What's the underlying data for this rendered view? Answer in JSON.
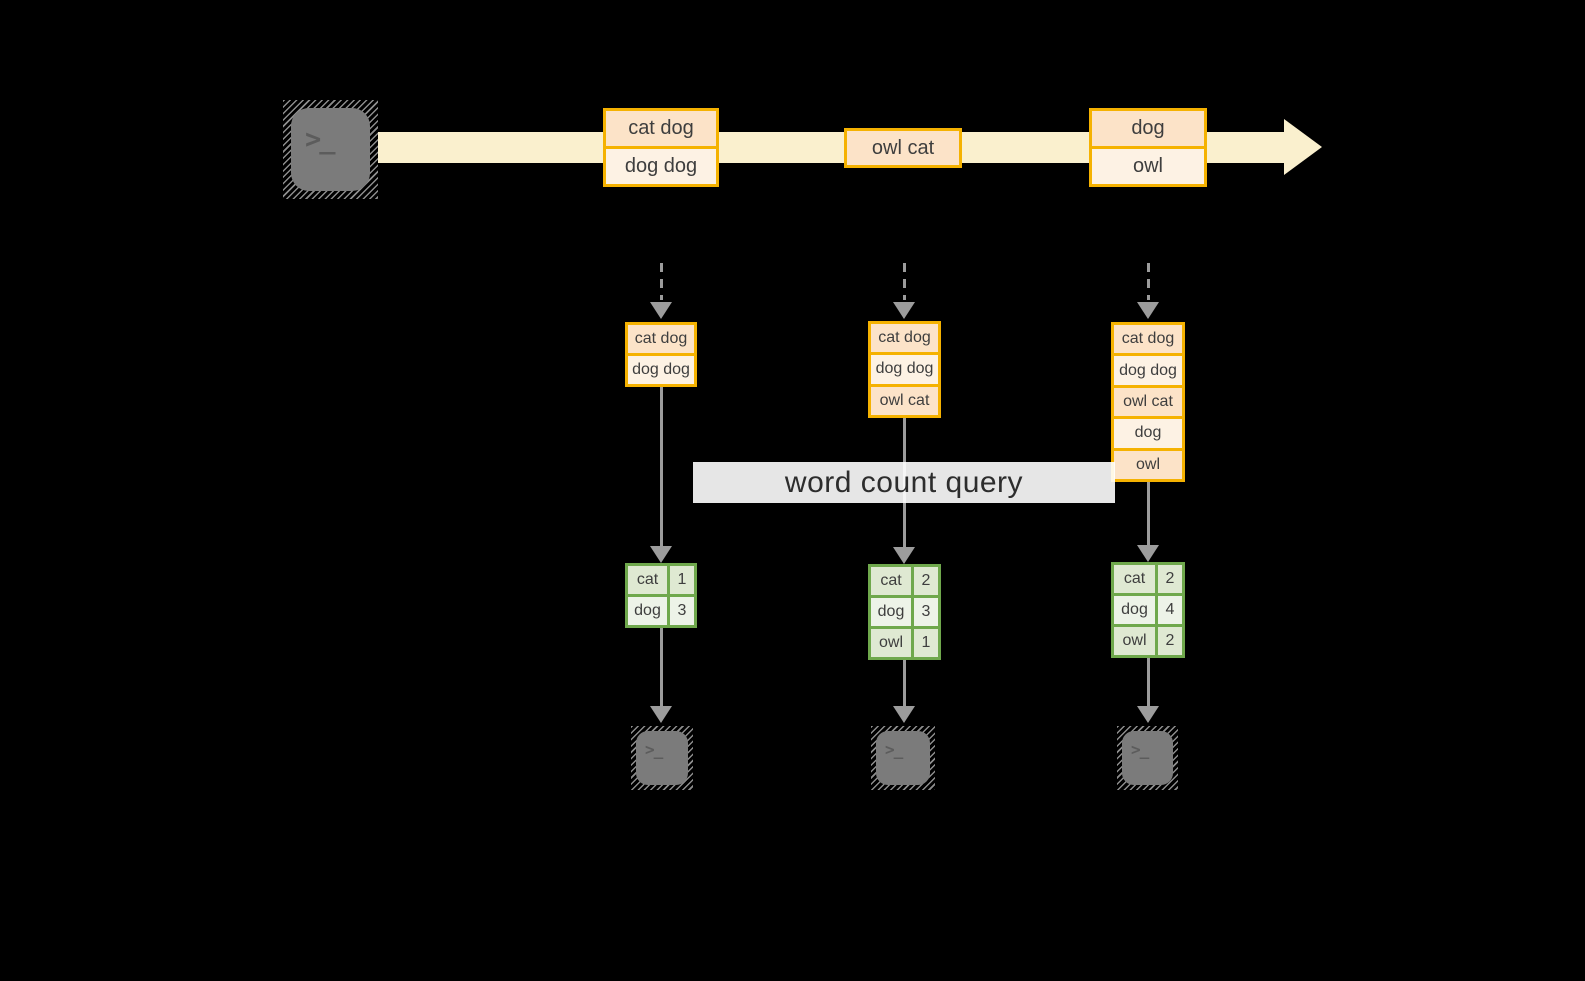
{
  "terminal_prompt": ">_",
  "query_label": "word count query",
  "stream": {
    "events": [
      {
        "rows": [
          "cat dog",
          "dog dog"
        ]
      },
      {
        "rows": [
          "owl cat"
        ]
      },
      {
        "rows": [
          "dog",
          "owl"
        ]
      }
    ]
  },
  "pipelines": [
    {
      "buffer": [
        "cat dog",
        "dog dog"
      ],
      "counts": [
        {
          "word": "cat",
          "count": "1"
        },
        {
          "word": "dog",
          "count": "3"
        }
      ]
    },
    {
      "buffer": [
        "cat dog",
        "dog dog",
        "owl cat"
      ],
      "counts": [
        {
          "word": "cat",
          "count": "2"
        },
        {
          "word": "dog",
          "count": "3"
        },
        {
          "word": "owl",
          "count": "1"
        }
      ]
    },
    {
      "buffer": [
        "cat dog",
        "dog dog",
        "owl cat",
        "dog",
        "owl"
      ],
      "counts": [
        {
          "word": "cat",
          "count": "2"
        },
        {
          "word": "dog",
          "count": "4"
        },
        {
          "word": "owl",
          "count": "2"
        }
      ]
    }
  ],
  "colors": {
    "background": "#000000",
    "accent_orange": "#F5B201",
    "fill_peach": "#FCE3C8",
    "fill_cream": "#FDF2E4",
    "stream_band": "#FAF0CE",
    "green_border": "#6FA84C",
    "green_cell_dark": "#DFE9D2",
    "green_cell_light": "#EDF3E8",
    "arrow_grey": "#9C9C9C",
    "terminal_grey": "#7B7B7B",
    "text_dark": "#3E3E3E"
  }
}
